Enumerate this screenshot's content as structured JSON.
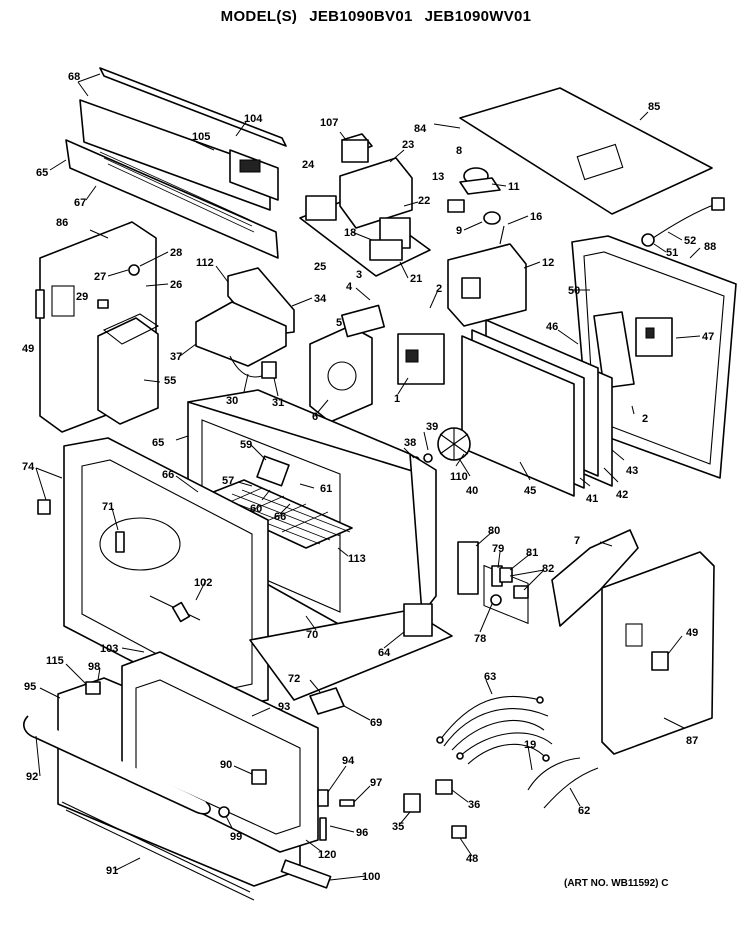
{
  "header": {
    "models_label": "MODEL(S)",
    "model_1": "JEB1090BV01",
    "model_2": "JEB1090WV01"
  },
  "art_number": "(ART NO. WB11592) C",
  "callouts": {
    "c68": "68",
    "c104": "104",
    "c105": "105",
    "c65a": "65",
    "c67": "67",
    "c107": "107",
    "c24": "24",
    "c23": "23",
    "c22": "22",
    "c18": "18",
    "c25": "25",
    "c3": "3",
    "c21": "21",
    "c84": "84",
    "c85a": "85",
    "c8": "8",
    "c13": "13",
    "c11": "11",
    "c9": "9",
    "c16": "16",
    "c52": "52",
    "c51": "51",
    "c86": "86",
    "c28": "28",
    "c27": "27",
    "c26": "26",
    "c29": "29",
    "c49a": "49",
    "c112": "112",
    "c34": "34",
    "c4": "4",
    "c2a": "2",
    "c12": "12",
    "c50": "50",
    "c88": "88",
    "c5": "5",
    "c37": "37",
    "c55": "55",
    "c46": "46",
    "c47": "47",
    "c30": "30",
    "c31": "31",
    "c6": "6",
    "c1": "1",
    "c2b": "2",
    "c39": "39",
    "c38": "38",
    "c110": "110",
    "c40": "40",
    "c45": "45",
    "c41": "41",
    "c42": "42",
    "c43": "43",
    "c65b": "65",
    "c59": "59",
    "c66a": "66",
    "c57": "57",
    "c60": "60",
    "c61": "61",
    "c66b": "66",
    "c74": "74",
    "c71": "71",
    "c113": "113",
    "c102": "102",
    "c70": "70",
    "c64": "64",
    "c80": "80",
    "c7": "7",
    "c79": "79",
    "c81": "81",
    "c82": "82",
    "c78": "78",
    "c49b": "49",
    "c103": "103",
    "c115": "115",
    "c98": "98",
    "c95": "95",
    "c72": "72",
    "c69": "69",
    "c93": "93",
    "c63": "63",
    "c92": "92",
    "c90": "90",
    "c94": "94",
    "c97": "97",
    "c19": "19",
    "c87": "87",
    "c99": "99",
    "c96": "96",
    "c36": "36",
    "c62": "62",
    "c35": "35",
    "c48": "48",
    "c91": "91",
    "c120": "120",
    "c100": "100"
  }
}
